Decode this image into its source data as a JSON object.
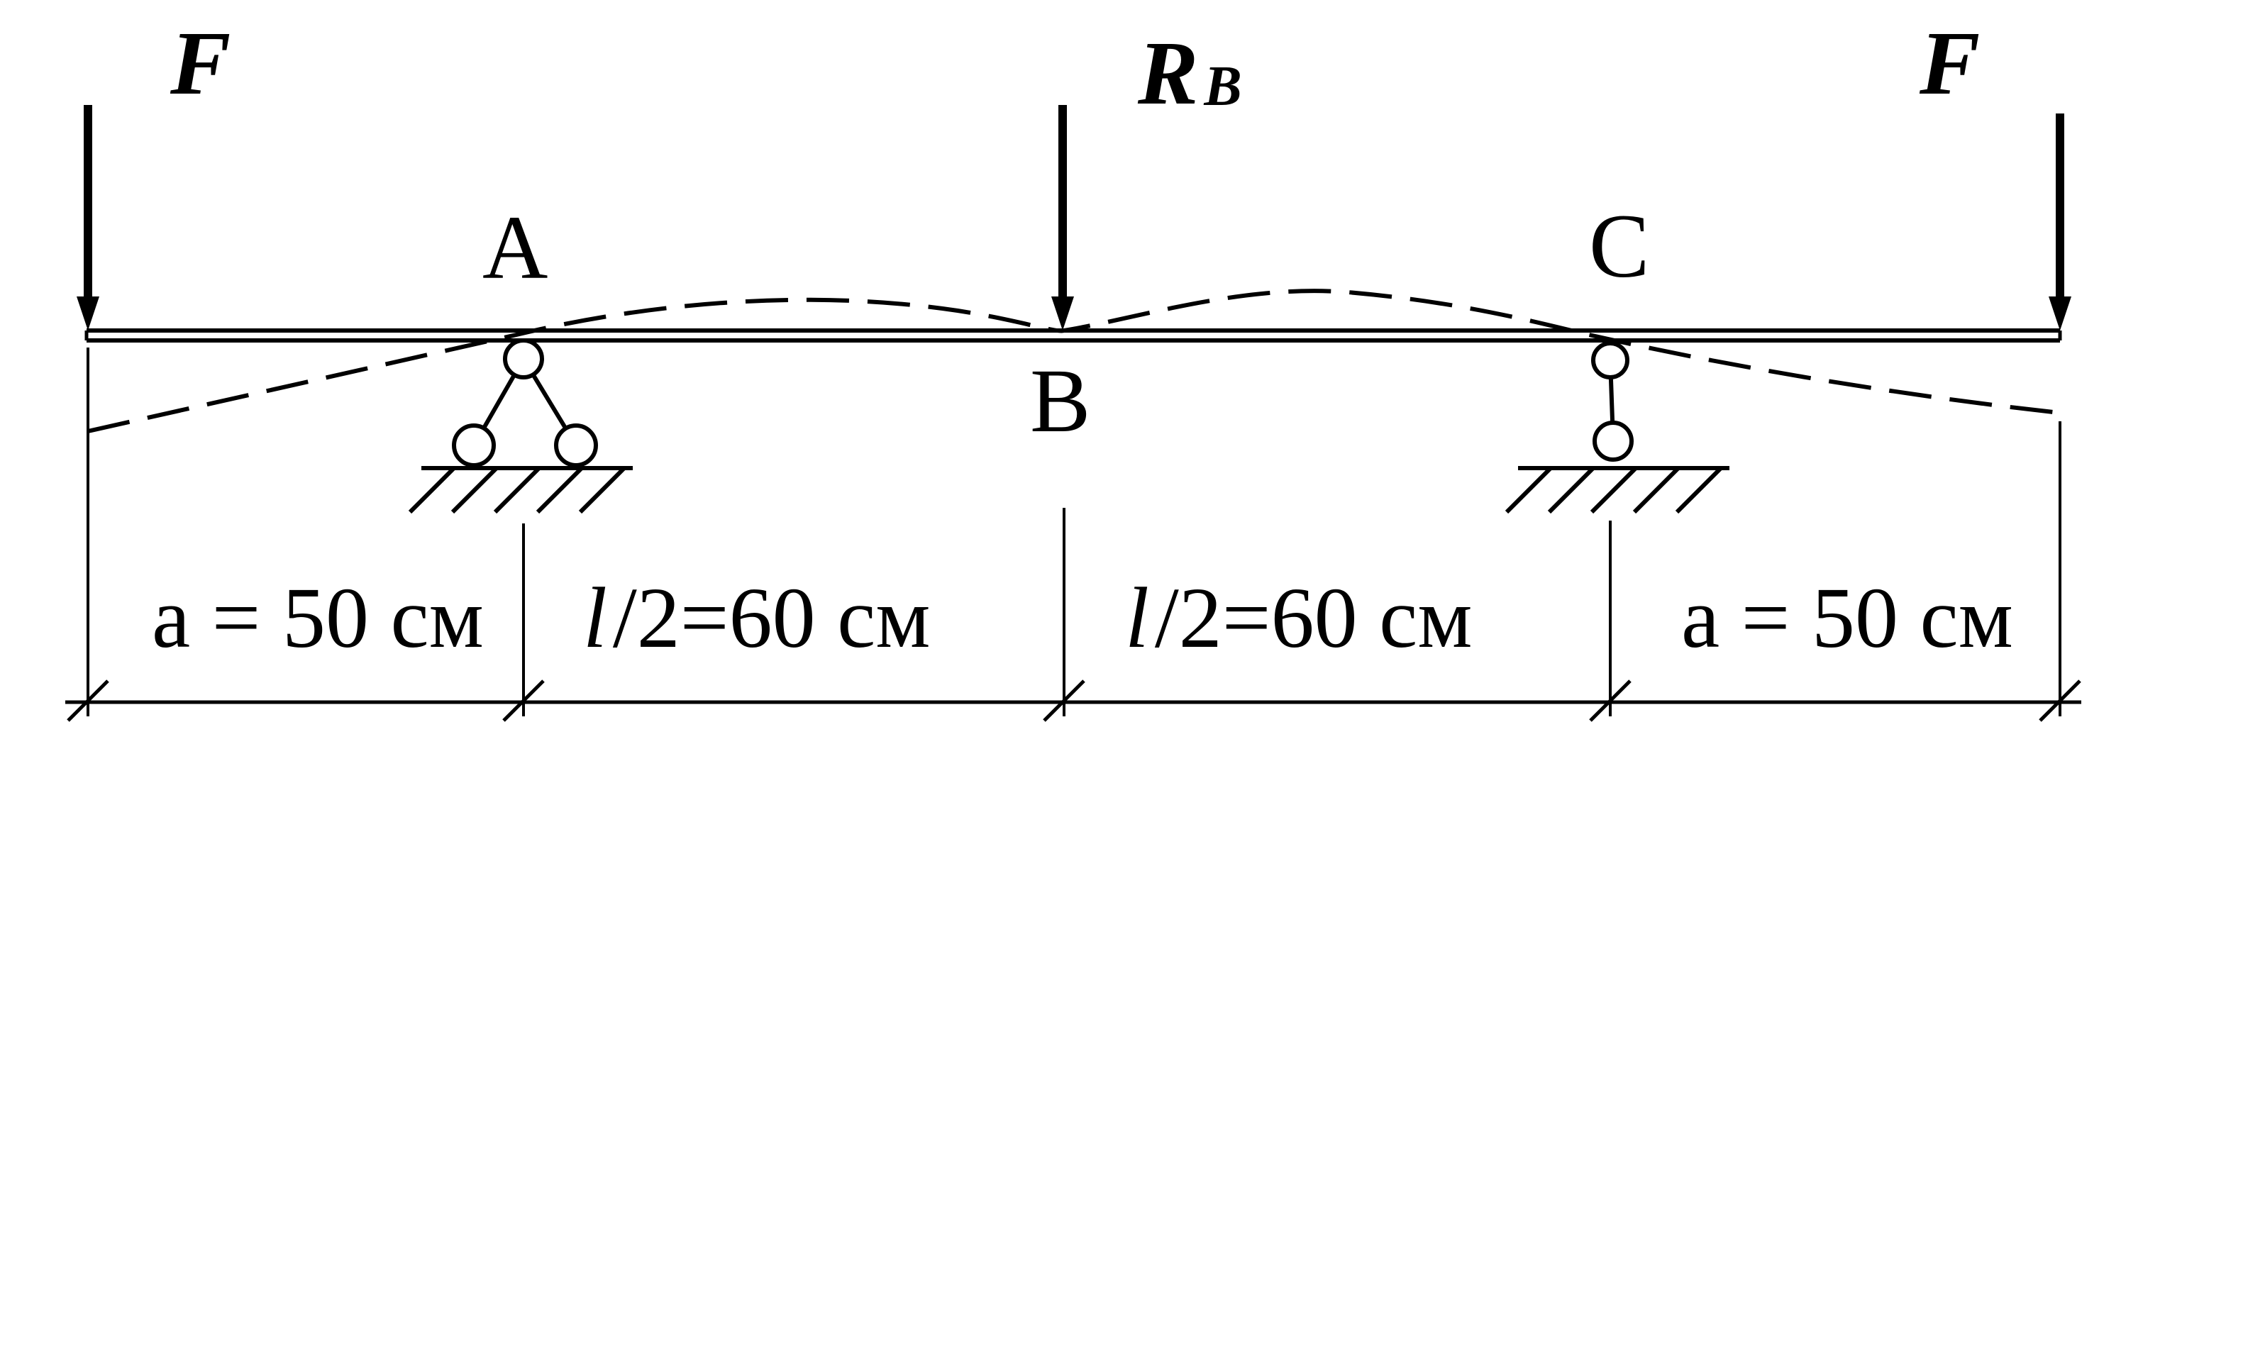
{
  "forces": {
    "left": "F",
    "middle_main": "R",
    "middle_sub": "B",
    "right": "F"
  },
  "points": {
    "a": "A",
    "b": "B",
    "c": "C"
  },
  "dimensions": {
    "seg1": {
      "prefix": "a",
      "rest": " = 50 см"
    },
    "seg2": {
      "italic": "l",
      "rest": "/2=60 см"
    },
    "seg3": {
      "italic": "l",
      "rest": "/2=60 см"
    },
    "seg4": {
      "prefix": "a",
      "rest": " = 50 см"
    }
  },
  "colors": {
    "ink": "#000000",
    "background": "#ffffff"
  }
}
